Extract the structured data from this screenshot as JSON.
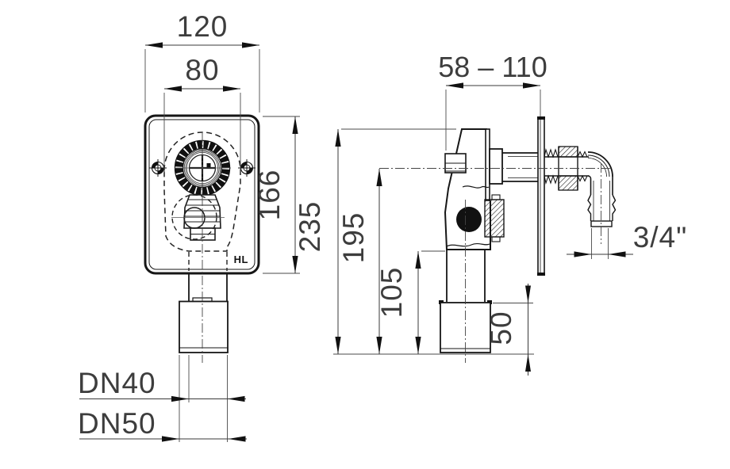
{
  "drawing": {
    "title_hint": "wall-mounted trap technical drawing, front and side view",
    "colors": {
      "background": "#ffffff",
      "outline": "#161616",
      "thin_line": "#4a4a4a",
      "dim_text": "#3d3d3d"
    },
    "front_view": {
      "dim_plate_width": "120",
      "dim_opening_width": "80",
      "dim_plate_height": "166",
      "brand_logo": "HL",
      "dim_outlet_pipe": "DN40",
      "dim_outlet_socket": "DN50"
    },
    "side_view": {
      "dim_install_depth": "58 – 110",
      "dim_overall_height": "235",
      "dim_inlet_center_height": "195",
      "dim_outlet_stub_height": "105",
      "dim_socket_depth": "50",
      "dim_hose_connection": "3/4\""
    }
  }
}
